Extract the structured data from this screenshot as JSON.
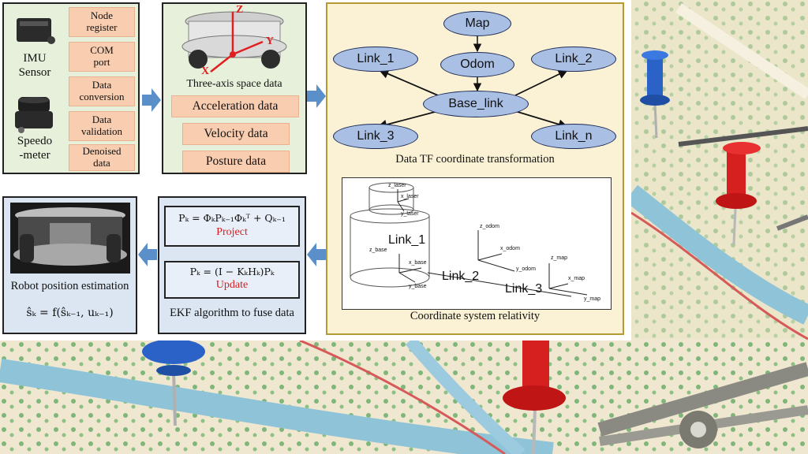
{
  "imu": {
    "label_1": "IMU",
    "label_2": "Sensor"
  },
  "speedometer": {
    "label_1": "Speedo",
    "label_2": "-meter"
  },
  "processing_steps": [
    {
      "line1": "Node",
      "line2": "register"
    },
    {
      "line1": "COM",
      "line2": "port"
    },
    {
      "line1": "Data",
      "line2": "conversion"
    },
    {
      "line1": "Data",
      "line2": "validation"
    },
    {
      "line1": "Denoised",
      "line2": "data"
    }
  ],
  "space_data": {
    "caption": "Three-axis space data",
    "axis_z": "Z",
    "axis_y": "Y",
    "axis_x": "X",
    "items": [
      "Acceleration data",
      "Velocity data",
      "Posture data"
    ]
  },
  "tf": {
    "nodes": {
      "map": "Map",
      "odom": "Odom",
      "base": "Base_link",
      "link1": "Link_1",
      "link2": "Link_2",
      "link3": "Link_3",
      "linkn": "Link_n"
    },
    "caption": "Data TF coordinate transformation"
  },
  "coord": {
    "caption": "Coordinate system relativity",
    "link1": "Link_1",
    "link2": "Link_2",
    "link3": "Link_3",
    "z_laser": "z_laser",
    "x_laser": "x_laser",
    "y_laser": "y_laser",
    "z_base": "z_base",
    "x_base": "x_base",
    "y_base": "y_base",
    "z_odom": "z_odom",
    "x_odom": "x_odom",
    "y_odom": "y_odom",
    "z_map": "z_map",
    "x_map": "x_map",
    "y_map": "y_map"
  },
  "ekf": {
    "project_formula": "Pₖ = ΦₖPₖ₋₁Φₖᵀ + Qₖ₋₁",
    "project_label": "Project",
    "update_formula": "Pₖ = (I − KₖHₖ)Pₖ",
    "update_label": "Update",
    "caption": "EKF algorithm to fuse data"
  },
  "robot": {
    "caption": "Robot position estimation",
    "formula": "ŝₖ = f(ŝₖ₋₁, uₖ₋₁)"
  },
  "colors": {
    "arrow": "#5b8fc9",
    "node": "#a9bfe3",
    "red_text": "#d22020"
  }
}
